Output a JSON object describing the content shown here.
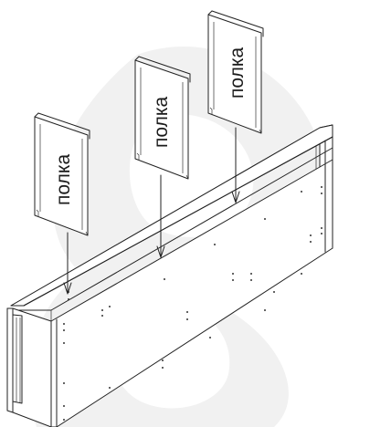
{
  "header_text": "",
  "shelves": [
    {
      "label": "полка"
    },
    {
      "label": "полка"
    },
    {
      "label": "полка"
    }
  ],
  "colors": {
    "line": "#222222",
    "watermark": "#f0f0f0",
    "background": "#ffffff"
  }
}
